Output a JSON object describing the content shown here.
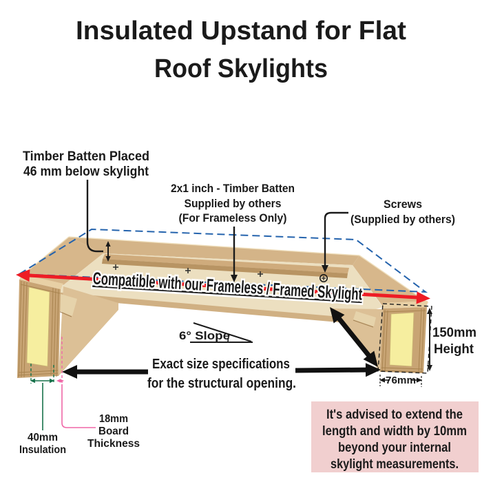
{
  "title": {
    "line1": "Insulated Upstand for Flat",
    "line2": "Roof Skylights"
  },
  "callouts": {
    "timber_batten": {
      "line1": "Timber Batten Placed",
      "line2": "46 mm below skylight"
    },
    "batten_2x1": {
      "line1": "2x1 inch - Timber Batten",
      "line2": "Supplied by others",
      "line3": "(For Frameless Only)"
    },
    "screws": {
      "line1": "Screws",
      "line2": "(Supplied by others)"
    },
    "compatibility": "Compatible with our Frameless / Framed Skylight",
    "slope": "6°  Slope",
    "structural_opening": {
      "line1": "Exact size specifications",
      "line2": "for the structural opening."
    }
  },
  "dimensions": {
    "height": {
      "value": "150mm",
      "label": "Height"
    },
    "width": "76mm",
    "insulation": {
      "line1": "40mm",
      "line2": "Insulation"
    },
    "board": {
      "line1": "18mm",
      "line2": "Board",
      "line3": "Thickness"
    }
  },
  "advisory": {
    "line1": "It's advised to extend the",
    "line2": "length and width by 10mm",
    "line3": "beyond your internal",
    "line4": "skylight measurements."
  },
  "colors": {
    "red_accent": "#ee1c25",
    "blue_dashed": "#2463ad",
    "green_dim": "#16714a",
    "pink_dim": "#ef67a7",
    "advisory_bg": "#f1cfcf",
    "wood_top": "#d4b488",
    "wood_inner_face": "#dcc096",
    "ledge": "#ecdfc0",
    "plywood_section": "#c8a474",
    "insulation_yellow": "#f6ee9f"
  }
}
